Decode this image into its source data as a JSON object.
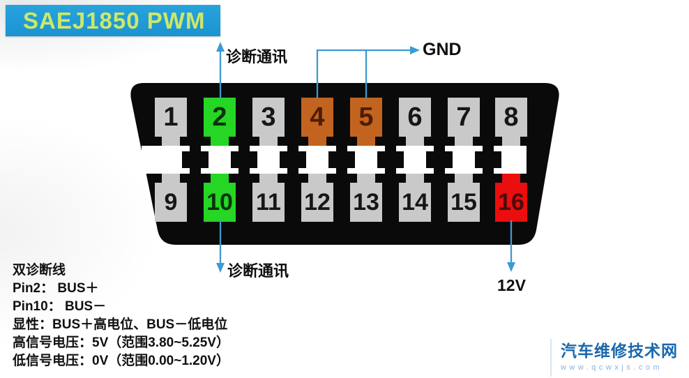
{
  "title": "SAEJ1850 PWM",
  "connector": {
    "pins_top": [
      {
        "num": "1",
        "type": "gray"
      },
      {
        "num": "2",
        "type": "green"
      },
      {
        "num": "3",
        "type": "gray"
      },
      {
        "num": "4",
        "type": "orange"
      },
      {
        "num": "5",
        "type": "orange"
      },
      {
        "num": "6",
        "type": "gray"
      },
      {
        "num": "7",
        "type": "gray"
      },
      {
        "num": "8",
        "type": "gray"
      }
    ],
    "pins_bottom": [
      {
        "num": "9",
        "type": "gray"
      },
      {
        "num": "10",
        "type": "green"
      },
      {
        "num": "11",
        "type": "gray"
      },
      {
        "num": "12",
        "type": "gray"
      },
      {
        "num": "13",
        "type": "gray"
      },
      {
        "num": "14",
        "type": "gray"
      },
      {
        "num": "15",
        "type": "gray"
      },
      {
        "num": "16",
        "type": "red"
      }
    ]
  },
  "annotations": {
    "pin2_label": "诊断通讯",
    "gnd_label": "GND",
    "pin10_label": "诊断通讯",
    "pin16_label": "12V"
  },
  "notes": {
    "lines": [
      "双诊断线",
      "Pin2：  BUS＋",
      "Pin10： BUS－",
      "显性：BUS＋高电位、BUS－低电位",
      "高信号电压：5V（范围3.80~5.25V）",
      "低信号电压：0V（范围0.00~1.20V）"
    ]
  },
  "watermark": {
    "brand": "汽车维修技术网",
    "url": "www.qcwxjs.com"
  },
  "colors": {
    "banner_bg": "#1f9ad8",
    "banner_text": "#cde868",
    "connector_body": "#0a0a0a",
    "pin_gray": "#c9c9c9",
    "pin_green": "#25d625",
    "pin_orange": "#c2641f",
    "pin_red": "#ea0e0e",
    "leader_line": "#3d9ad2",
    "watermark_blue": "#1a67ae",
    "watermark_url_blue": "#8ab2dc"
  }
}
